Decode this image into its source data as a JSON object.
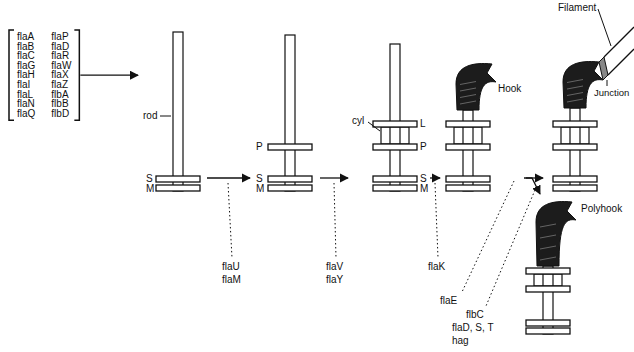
{
  "diagram": {
    "nodes": [
      {
        "text": [
          "flaA",
          "flaP",
          "flaB",
          "flaD",
          "flaC",
          "flaR",
          "flaG",
          "flaW",
          "flaH",
          "flaX",
          "flaI",
          "flaZ",
          "flaL",
          "flbA",
          "flaN",
          "flbB",
          "flaQ",
          "flbD"
        ]
      },
      {
        "text": [
          "rod",
          "S",
          "M"
        ]
      },
      {
        "text": [
          "P",
          "S",
          "M"
        ]
      },
      {
        "text": [
          "cyl",
          "L",
          "P",
          "S",
          "M"
        ]
      },
      {
        "text": [
          "Hook"
        ]
      },
      {
        "text": [
          "Filament",
          "Junction"
        ]
      },
      {
        "text": [
          "Polyhook"
        ]
      }
    ],
    "edges": [
      {
        "from": 0,
        "to": 1,
        "arrow": "to"
      },
      {
        "from": 1,
        "to": 2,
        "arrow": "to"
      },
      {
        "from": 2,
        "to": 3,
        "arrow": "to"
      },
      {
        "from": 3,
        "to": 4,
        "arrow": "to"
      },
      {
        "from": 4,
        "to": 5,
        "arrow": "to"
      },
      {
        "from": 4,
        "to": 6,
        "arrow": "to"
      }
    ],
    "labels": [
      "flaU",
      "flaM",
      "flaV",
      "flaY",
      "flaK",
      "flaE",
      "flbC",
      "flaD, S, T",
      "hag"
    ]
  }
}
